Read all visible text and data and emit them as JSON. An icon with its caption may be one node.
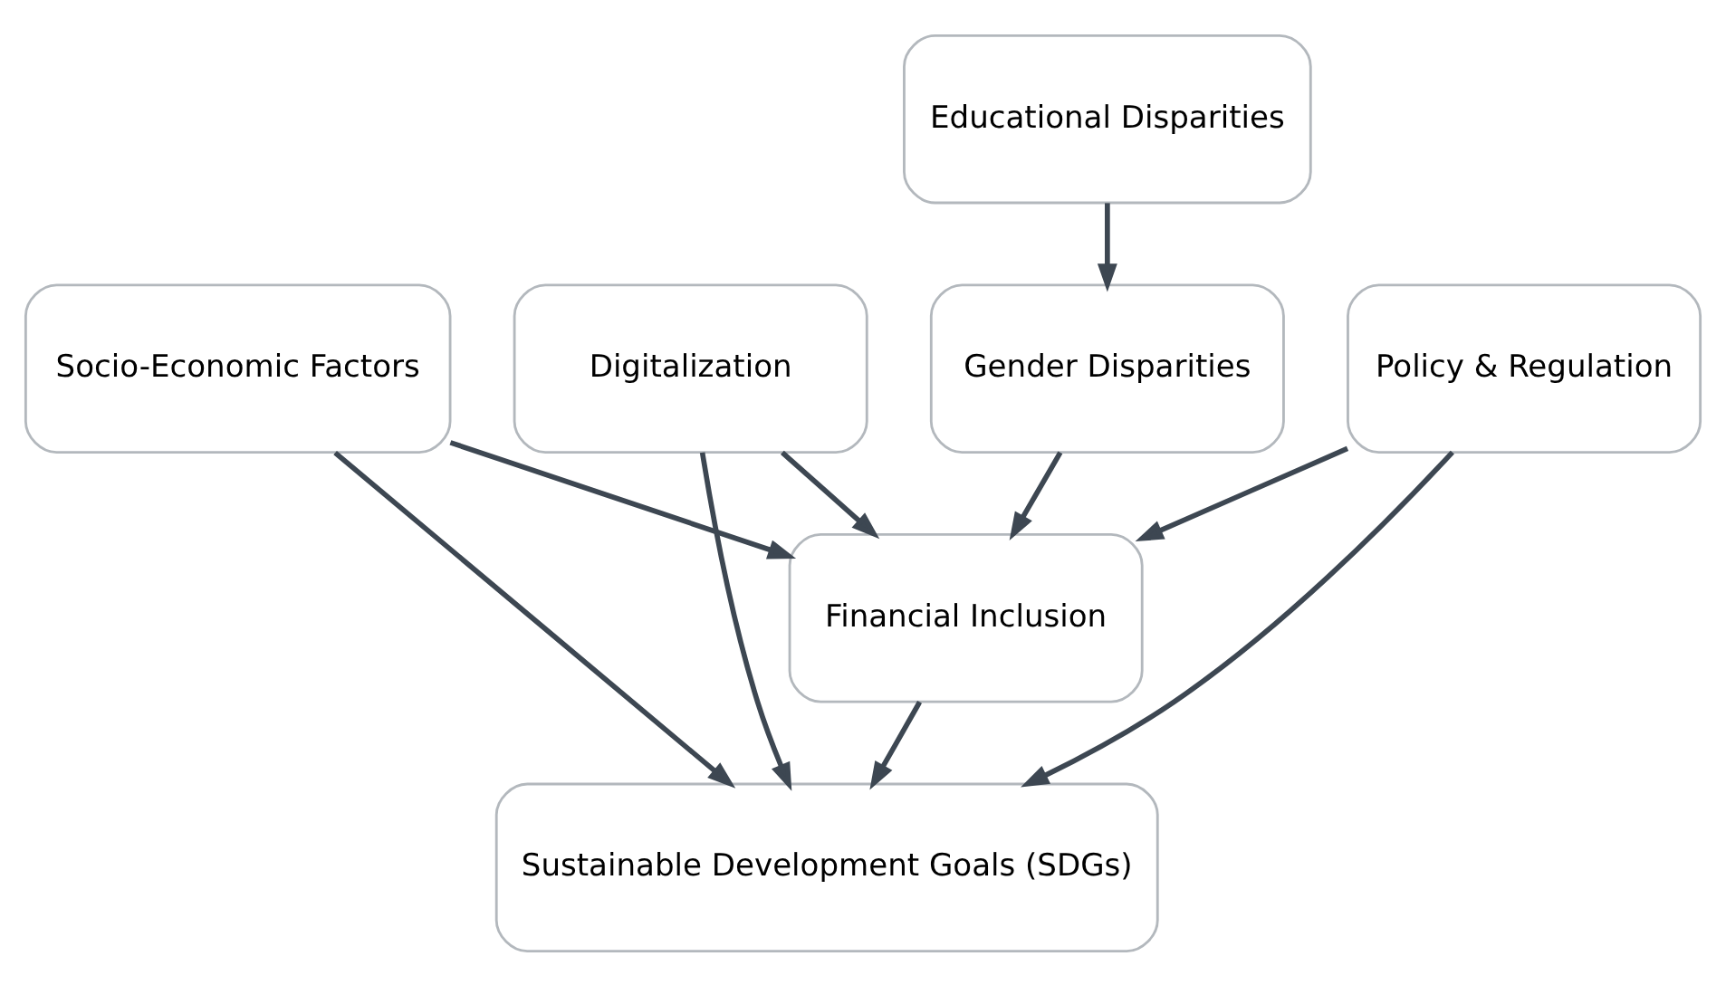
{
  "diagram": {
    "nodes": [
      {
        "text": [
          "Educational Disparities"
        ]
      },
      {
        "text": [
          "Gender Disparities"
        ]
      },
      {
        "text": [
          "Socio-Economic Factors"
        ]
      },
      {
        "text": [
          "Digitalization"
        ]
      },
      {
        "text": [
          "Policy & Regulation"
        ]
      },
      {
        "text": [
          "Financial Inclusion"
        ]
      },
      {
        "text": [
          "Sustainable Development Goals (SDGs)"
        ]
      }
    ],
    "edges": [
      {
        "from": 0,
        "to": 1,
        "arrow": "to"
      },
      {
        "from": 1,
        "to": 5,
        "arrow": "to"
      },
      {
        "from": 2,
        "to": 5,
        "arrow": "to"
      },
      {
        "from": 2,
        "to": 6,
        "arrow": "to"
      },
      {
        "from": 3,
        "to": 5,
        "arrow": "to"
      },
      {
        "from": 3,
        "to": 6,
        "arrow": "to"
      },
      {
        "from": 4,
        "to": 5,
        "arrow": "to"
      },
      {
        "from": 4,
        "to": 6,
        "arrow": "to"
      },
      {
        "from": 5,
        "to": 6,
        "arrow": "to"
      }
    ]
  }
}
